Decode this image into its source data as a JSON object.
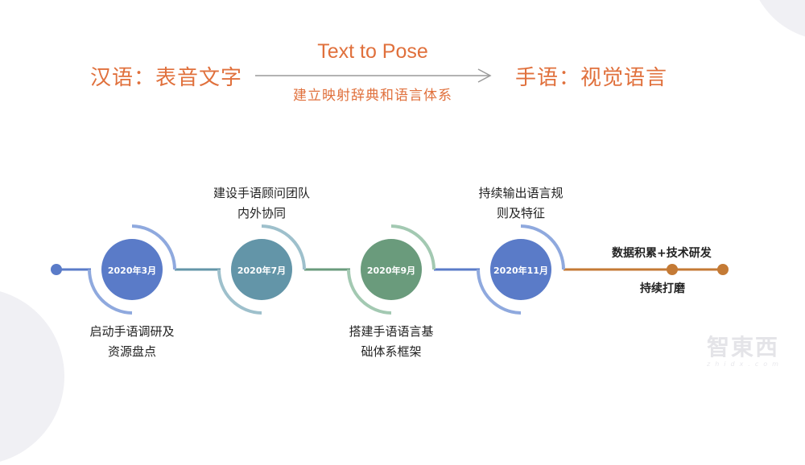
{
  "header": {
    "left_label": "汉语：表音文字",
    "right_label": "手语：视觉语言",
    "center_title": "Text to Pose",
    "center_subtitle": "建立映射辞典和语言体系",
    "arrow_icon": "long-right-arrow"
  },
  "colors": {
    "accent_orange": "#e0703c",
    "milestone_blue": "#5a7bc8",
    "milestone_teal": "#6395a8",
    "milestone_green": "#6a9b7c",
    "timeline_orange": "#c47a35",
    "arrow_gray": "#9a9a9a"
  },
  "timeline": {
    "milestones": [
      {
        "date": "2020年3月",
        "description_lines": [
          "启动手语调研及",
          "资源盘点"
        ],
        "position": "below"
      },
      {
        "date": "2020年7月",
        "description_lines": [
          "建设手语顾问团队",
          "内外协同"
        ],
        "position": "above"
      },
      {
        "date": "2020年9月",
        "description_lines": [
          "搭建手语语言基",
          "础体系框架"
        ],
        "position": "below"
      },
      {
        "date": "2020年11月",
        "description_lines": [
          "持续输出语言规",
          "则及特征"
        ],
        "position": "above"
      }
    ],
    "ongoing": {
      "above_label": "数据积累+技术研发",
      "below_label": "持续打磨"
    }
  },
  "watermark": {
    "text": "智東西",
    "sub": "zhidx.com"
  }
}
